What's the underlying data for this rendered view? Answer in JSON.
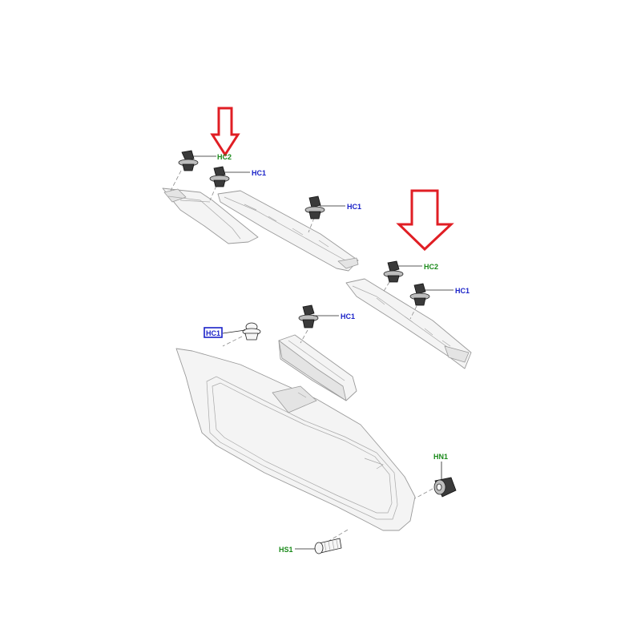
{
  "diagram": {
    "colors": {
      "arrow": "#e01e24",
      "callout_green": "#1a8a1a",
      "callout_blue": "#1a22c8",
      "part_line": "#9a9a9a"
    },
    "callouts": [
      {
        "id": "hc2-top",
        "text": "HC2",
        "color": "green",
        "boxed": false
      },
      {
        "id": "hc1-a",
        "text": "HC1",
        "color": "blue",
        "boxed": false
      },
      {
        "id": "hc1-b",
        "text": "HC1",
        "color": "blue",
        "boxed": false
      },
      {
        "id": "hc2-right",
        "text": "HC2",
        "color": "green",
        "boxed": false
      },
      {
        "id": "hc1-c",
        "text": "HC1",
        "color": "blue",
        "boxed": false
      },
      {
        "id": "hc1-d",
        "text": "HC1",
        "color": "blue",
        "boxed": false
      },
      {
        "id": "hc1-boxed",
        "text": "HC1",
        "color": "blue",
        "boxed": true
      },
      {
        "id": "hn1",
        "text": "HN1",
        "color": "green",
        "boxed": false
      },
      {
        "id": "hs1",
        "text": "HS1",
        "color": "green",
        "boxed": false
      }
    ],
    "arrows": [
      {
        "id": "arrow-top",
        "icon": "red-down-arrow-icon"
      },
      {
        "id": "arrow-right",
        "icon": "red-down-arrow-icon"
      }
    ]
  }
}
